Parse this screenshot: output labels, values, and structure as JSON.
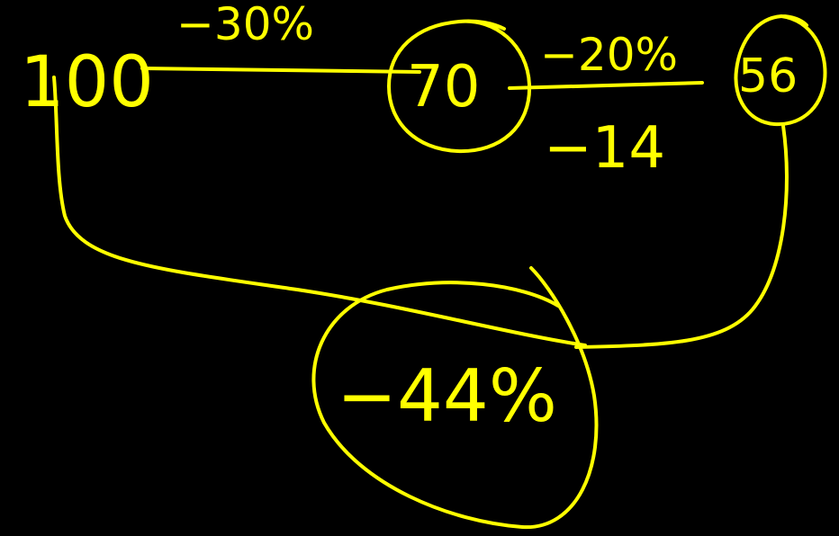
{
  "colors": {
    "background": "#000000",
    "ink": "#ffff00"
  },
  "diagram": {
    "start_value": "100",
    "first_change": "−30%",
    "middle_value": "70",
    "second_change": "−20%",
    "second_change_amount": "−14",
    "end_value": "56",
    "net_change": "−44%"
  }
}
